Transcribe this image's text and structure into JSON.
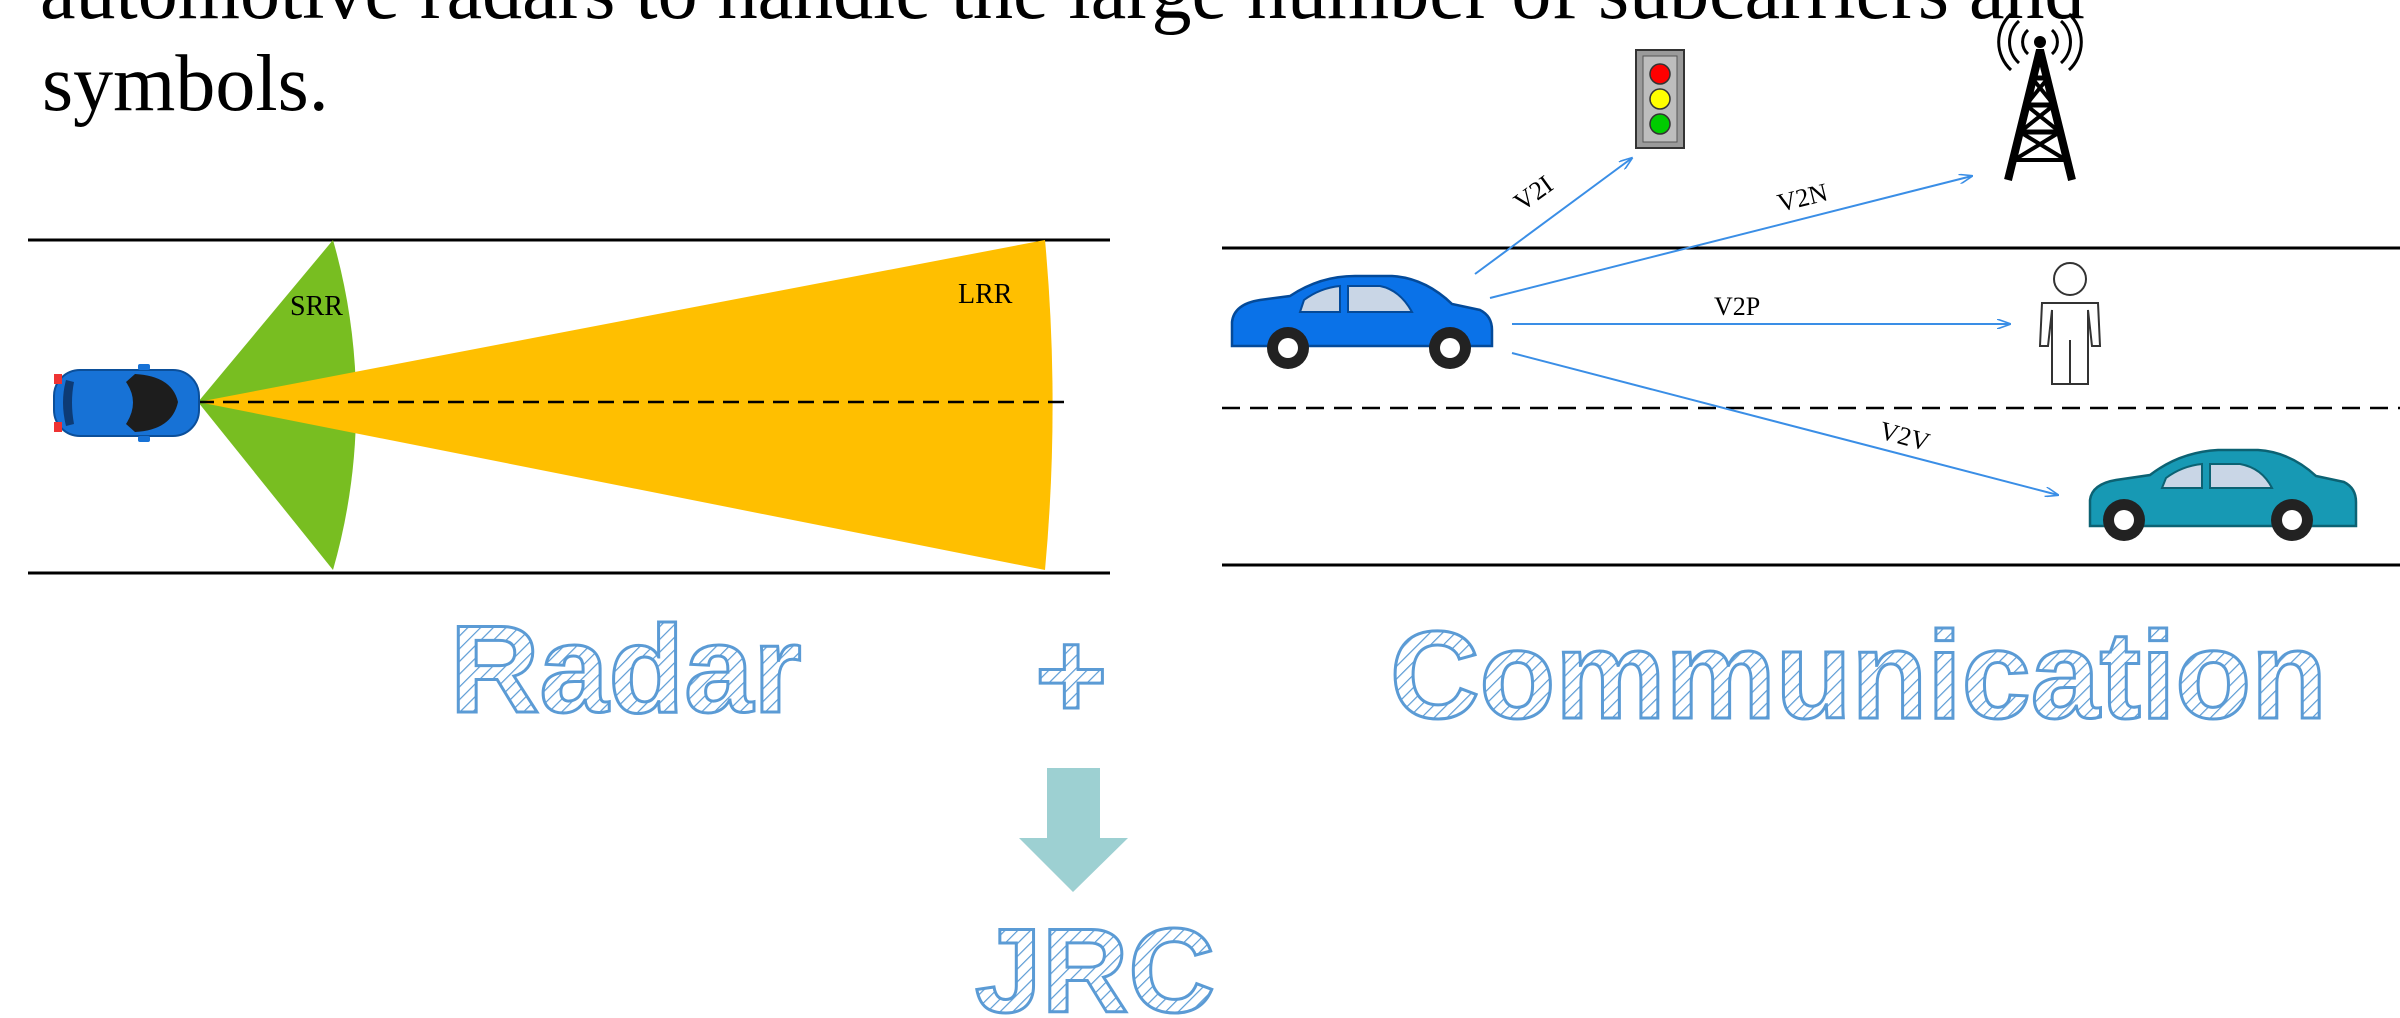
{
  "body_text": "symbols.",
  "top_clip_text": "automotive radars to handle the large number of subcarriers and",
  "radar": {
    "srr_label": "SRR",
    "lrr_label": "LRR",
    "srr_color": "#78BE21",
    "lrr_color": "#FFBF00",
    "vehicle_color": "#1772D6"
  },
  "communication": {
    "v2i_label": "V2I",
    "v2n_label": "V2N",
    "v2p_label": "V2P",
    "v2v_label": "V2V",
    "arrow_color": "#3A8EE6",
    "ego_car_color": "#0A72E8",
    "other_car_color": "#1799B4",
    "traffic_light_colors": [
      "#FF0000",
      "#FFFF00",
      "#00CC00"
    ]
  },
  "words": {
    "radar": "Radar",
    "plus": "+",
    "communication": "Communication",
    "jrc": "JRC",
    "outline_color": "#5B9BD5",
    "arrow_color": "#9DD0D2"
  }
}
